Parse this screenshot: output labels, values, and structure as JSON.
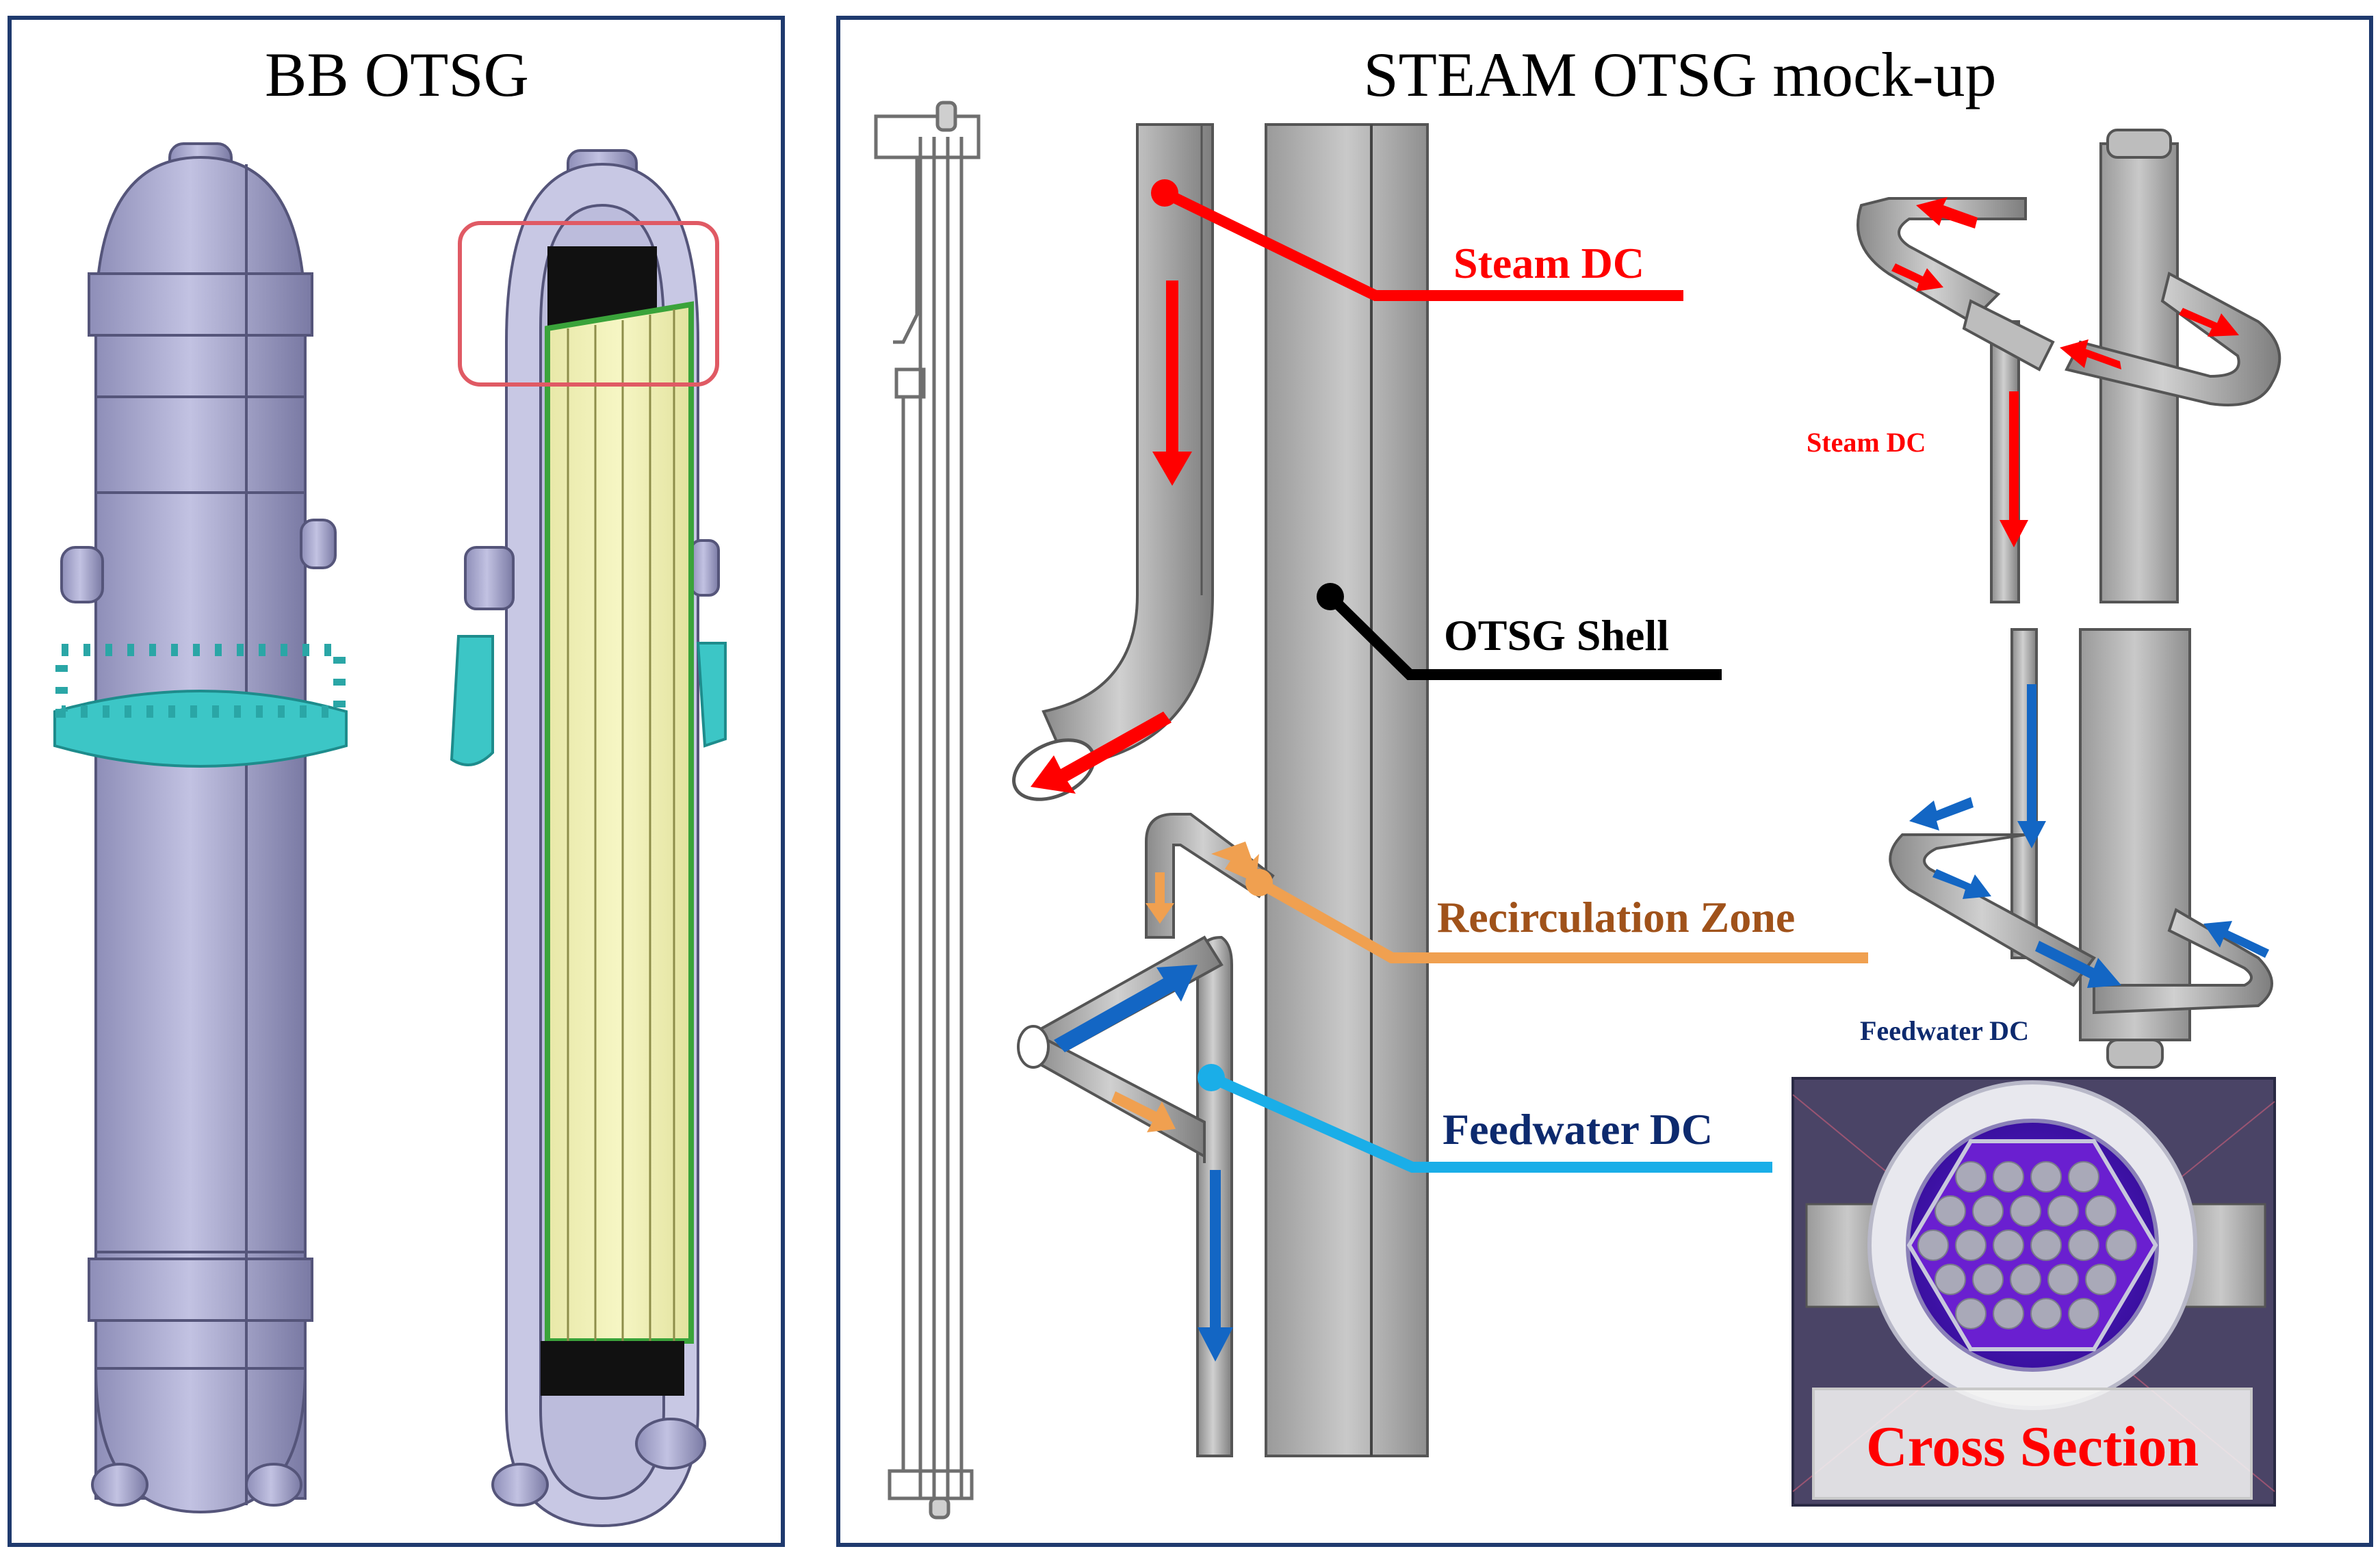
{
  "left_panel": {
    "title": "BB OTSG"
  },
  "right_panel": {
    "title": "STEAM OTSG mock-up"
  },
  "callouts": {
    "steam_dc": "Steam DC",
    "otsg_shell": "OTSG Shell",
    "recirculation_zone": "Recirculation Zone",
    "feedwater_dc": "Feedwater DC"
  },
  "insets": {
    "steam_dc_small": "Steam DC",
    "feedwater_dc_small": "Feedwater DC",
    "cross_section": "Cross Section"
  },
  "colors": {
    "frame": "#1f3a6e",
    "vessel": "#a9a9cf",
    "vessel_dark": "#76769e",
    "teal": "#3cc6c6",
    "bundle": "#f2f2b4",
    "bundle_edge": "#3aa33a",
    "highlight_box": "#e05a64",
    "steam": "#ff0000",
    "feedwater": "#1366c4",
    "feedwater_leader": "#1aaee8",
    "recirc": "#f0a050",
    "recirc_text": "#a0521a",
    "shell_text": "#000000",
    "feedwater_text": "#0d2a6e",
    "grey_pipe": "#9d9d9d",
    "cross_bg": "#4a4466",
    "cross_purple": "#6a1fd0",
    "cross_text": "#ff0000"
  }
}
